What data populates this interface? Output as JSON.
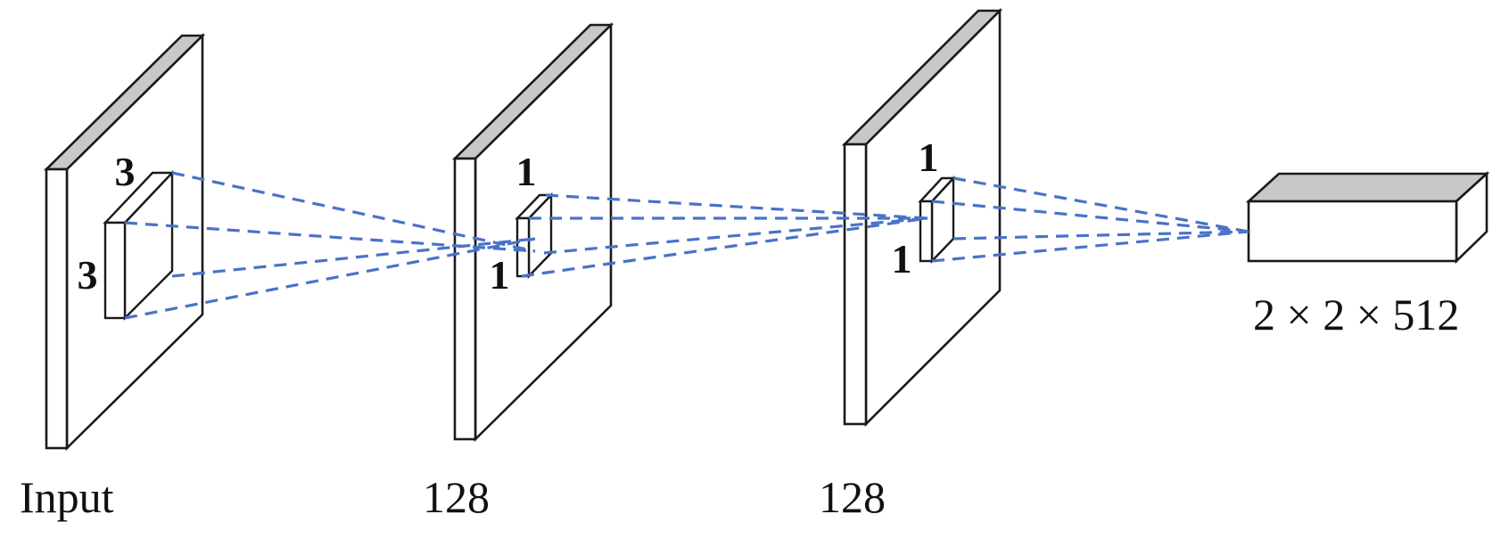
{
  "layers": [
    {
      "id": "input",
      "caption": "Input",
      "kernel": {
        "top_label": "3",
        "side_label": "3"
      }
    },
    {
      "id": "conv-1",
      "caption": "128",
      "kernel": {
        "top_label": "1",
        "side_label": "1"
      }
    },
    {
      "id": "conv-2",
      "caption": "128",
      "kernel": {
        "top_label": "1",
        "side_label": "1"
      }
    },
    {
      "id": "output",
      "caption": "2 × 2 × 512"
    }
  ],
  "colors": {
    "projection_lines": "#4a72c8",
    "plate_top_face": "#c8c8c8",
    "outline": "#1a1a1a"
  }
}
